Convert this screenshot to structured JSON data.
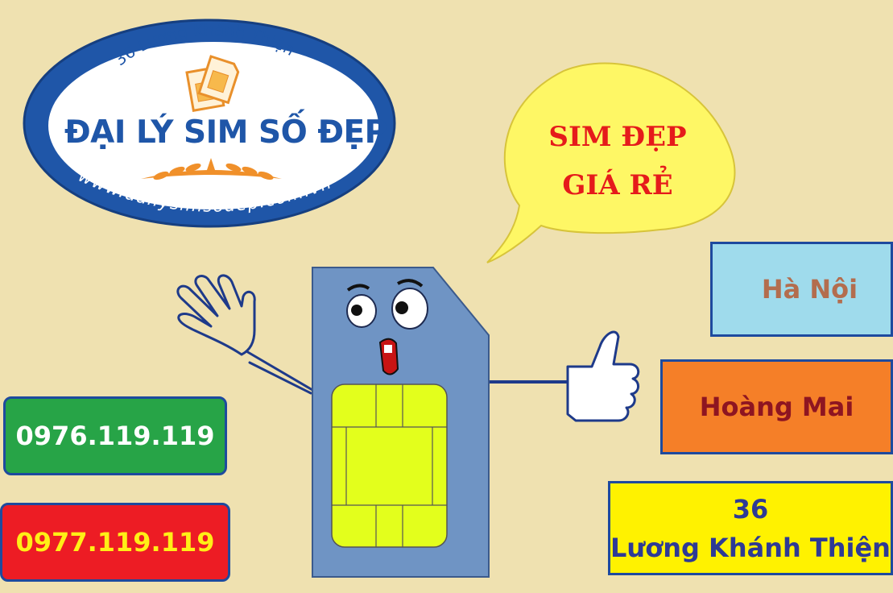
{
  "logo": {
    "top_text": "36 Lương Khánh Thiện",
    "title": "ĐẠI LÝ SIM SỐ ĐẸP",
    "website": "www.dailysimsodep.com.vn"
  },
  "bubble": {
    "line1": "SIM ĐẸP",
    "line2": "GIÁ RẺ"
  },
  "phones": [
    {
      "number": "0976.119.119",
      "color": "#27a447",
      "text_color": "#ffffff"
    },
    {
      "number": "0977.119.119",
      "color": "#ed1c24",
      "text_color": "#ffef16"
    }
  ],
  "areas": {
    "city": "Hà Nội",
    "district": "Hoàng Mai",
    "address_line1": "36",
    "address_line2": "Lương Khánh Thiện"
  },
  "colors": {
    "background": "#efe1b0",
    "logo_blue": "#1f56a8",
    "sim_body": "#6f94c4",
    "sim_chip": "#e3ff1c",
    "bubble": "#fef765",
    "hanoi_box": "#9fdbec",
    "hoangmai_box": "#f57f28",
    "address_box": "#fff200"
  },
  "icons": [
    "sim-card-icon",
    "waving-hand-icon",
    "thumbs-up-icon",
    "wheat-ornament-icon",
    "speech-bubble-icon"
  ]
}
